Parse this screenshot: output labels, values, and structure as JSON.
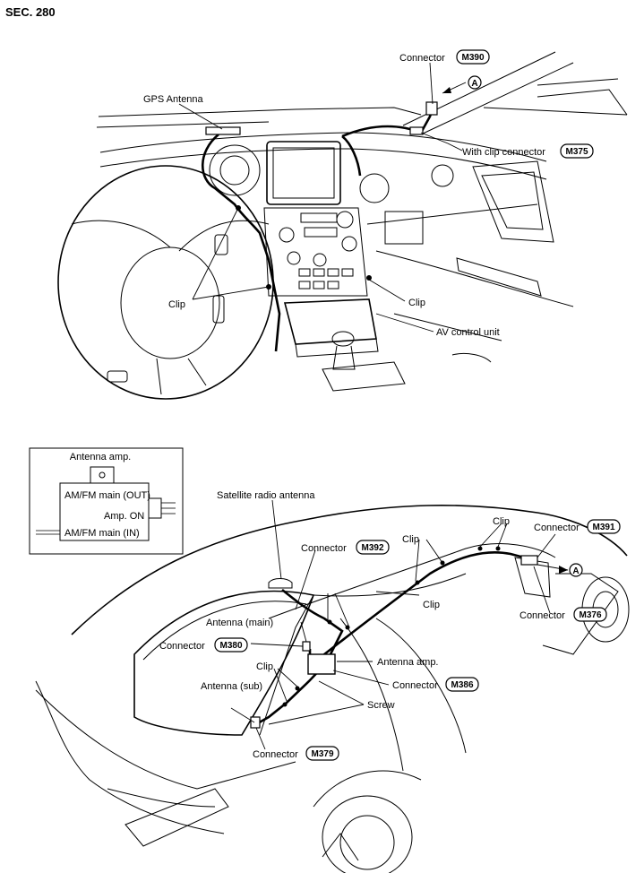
{
  "section": "SEC. 280",
  "top_view": {
    "labels": {
      "connector_m390": "Connector",
      "gps_antenna": "GPS Antenna",
      "with_clip_connector": "With clip connector",
      "clip_left": "Clip",
      "clip_right": "Clip",
      "av_control_unit": "AV control unit"
    },
    "codes": {
      "m390": "M390",
      "m375": "M375"
    },
    "view_marker": "A"
  },
  "inset": {
    "title": "Antenna amp.",
    "am_fm_out": "AM/FM main (OUT)",
    "amp_on": "Amp. ON",
    "am_fm_in": "AM/FM main (IN)"
  },
  "bottom_view": {
    "labels": {
      "satellite_radio_antenna": "Satellite radio antenna",
      "connector_m392": "Connector",
      "clip_roof": "Clip",
      "clip_rail": "Clip",
      "clip_mid": "Clip",
      "connector_m391": "Connector",
      "connector_m376": "Connector",
      "antenna_main": "Antenna (main)",
      "connector_m380": "Connector",
      "antenna_amp": "Antenna amp.",
      "clip_pillar": "Clip",
      "connector_m386": "Connector",
      "antenna_sub": "Antenna (sub)",
      "screw": "Screw",
      "connector_m379": "Connector"
    },
    "codes": {
      "m392": "M392",
      "m391": "M391",
      "m376": "M376",
      "m380": "M380",
      "m386": "M386",
      "m379": "M379"
    },
    "view_marker": "A"
  }
}
